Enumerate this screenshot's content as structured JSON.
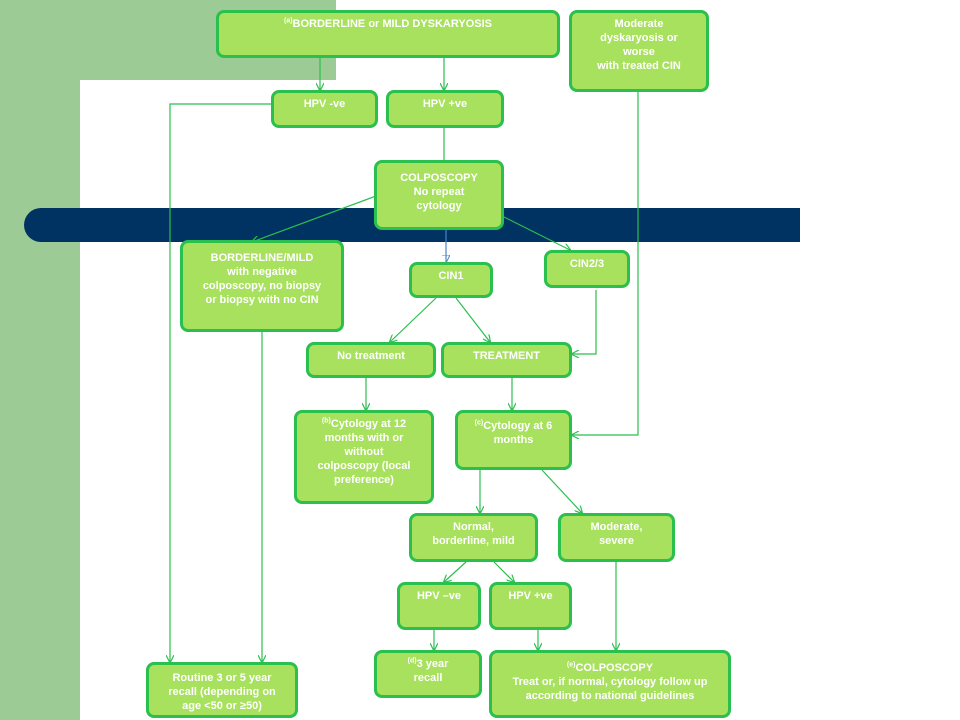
{
  "colors": {
    "background_green": "#9ccb96",
    "band_navy": "#003262",
    "box_fill": "#a7e15d",
    "box_border": "#2bbf4e",
    "connector": "#2bbf4e",
    "arrow_blue": "#4a86c8"
  },
  "boxes": {
    "borderline_mild": {
      "sup": "(a)",
      "text": "BORDERLINE or MILD DYSKARYOSIS"
    },
    "moderate_worse": {
      "sup": "",
      "text": "Moderate\ndyskaryosis or\nworse\nwith treated CIN"
    },
    "hpv_neg_top": {
      "sup": "",
      "text": "HPV -ve"
    },
    "hpv_pos_top": {
      "sup": "",
      "text": "HPV +ve"
    },
    "colposcopy": {
      "sup": "",
      "text": "COLPOSCOPY\nNo repeat\ncytology"
    },
    "borderline_negative": {
      "sup": "",
      "text": "BORDERLINE/MILD\nwith negative\ncolposcopy, no biopsy\nor biopsy with no CIN"
    },
    "cin1": {
      "sup": "",
      "text": "CIN1"
    },
    "cin23": {
      "sup": "",
      "text": "CIN2/3"
    },
    "no_treatment": {
      "sup": "",
      "text": "No treatment"
    },
    "treatment": {
      "sup": "",
      "text": "TREATMENT"
    },
    "cytology_12": {
      "sup": "(b)",
      "text": "Cytology at 12\nmonths with or\nwithout\ncolposcopy (local\npreference)"
    },
    "cytology_6": {
      "sup": "(c)",
      "text": "Cytology at 6\nmonths"
    },
    "normal_borderline": {
      "sup": "",
      "text": "Normal,\nborderline, mild"
    },
    "moderate_severe": {
      "sup": "",
      "text": "Moderate,\nsevere"
    },
    "hpv_neg_bottom": {
      "sup": "",
      "text": "HPV –ve"
    },
    "hpv_pos_bottom": {
      "sup": "",
      "text": "HPV +ve"
    },
    "three_year": {
      "sup": "(d)",
      "text": "3 year\nrecall"
    },
    "colposcopy_final": {
      "sup": "(e)",
      "text": "COLPOSCOPY\nTreat or, if normal, cytology follow up\naccording to national guidelines"
    },
    "routine_recall": {
      "sup": "",
      "text": "Routine 3 or 5 year\nrecall (depending on\nage <50 or ≥50)"
    }
  }
}
